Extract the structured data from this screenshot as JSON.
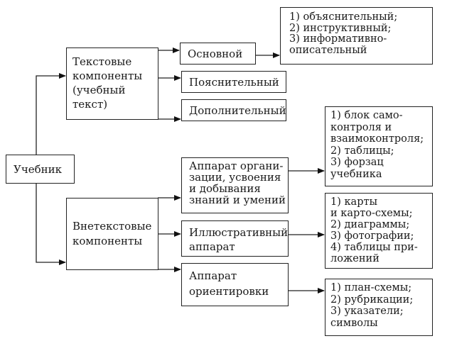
{
  "root": {
    "label": "Учебник"
  },
  "text_components": {
    "label": [
      "Текстовые",
      "компоненты",
      "(учебный",
      "текст)"
    ],
    "children": [
      {
        "label": [
          "Основной"
        ],
        "details": [
          "1) объяснительный;",
          "2) инструктивный;",
          "3) информативно-",
          "описательный"
        ]
      },
      {
        "label": [
          "Пояснительный"
        ]
      },
      {
        "label": [
          "Дополнительный"
        ]
      }
    ]
  },
  "extratext_components": {
    "label": [
      "Внетекстовые",
      "компоненты"
    ],
    "children": [
      {
        "label": [
          "Аппарат органи-",
          "зации, усвоения",
          "и добывания",
          "знаний и умений"
        ],
        "details": [
          "1) блок само-",
          "контроля и",
          "взаимоконтроля;",
          "2) таблицы;",
          "3) форзац",
          "учебника"
        ]
      },
      {
        "label": [
          "Иллюстративный",
          "аппарат"
        ],
        "details": [
          "1) карты",
          "и карто-схемы;",
          "2) диаграммы;",
          "3) фотографии;",
          "4) таблицы при-",
          "ложений"
        ]
      },
      {
        "label": [
          "Аппарат",
          "ориентировки"
        ],
        "details": [
          "1) план-схемы;",
          "2) рубрикации;",
          "3) указатели;",
          "символы"
        ]
      }
    ]
  }
}
